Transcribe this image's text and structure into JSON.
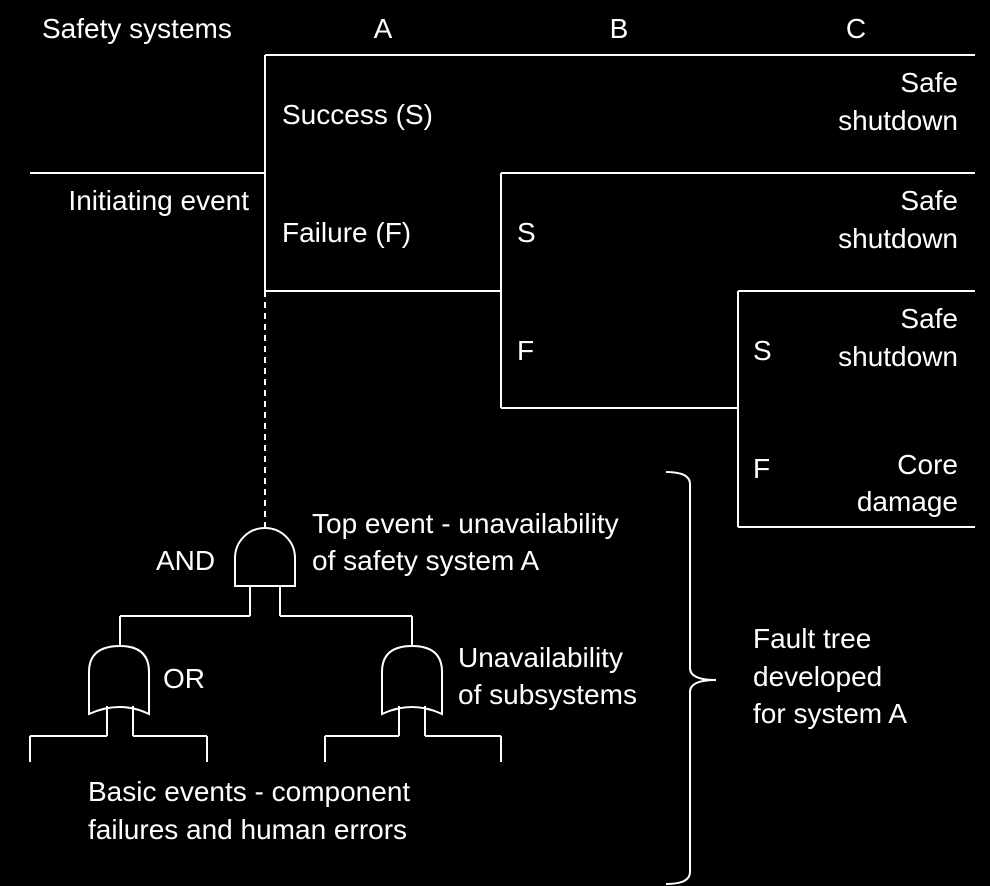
{
  "header": {
    "label": "Safety systems",
    "columns": [
      "A",
      "B",
      "C"
    ]
  },
  "event_tree": {
    "initiating_event": "Initiating event",
    "branch_a": {
      "success": "Success (S)",
      "failure": "Failure (F)"
    },
    "branch_b": {
      "success": "S",
      "failure": "F"
    },
    "branch_c": {
      "success": "S",
      "failure": "F"
    },
    "outcomes": [
      {
        "line1": "Safe",
        "line2": "shutdown"
      },
      {
        "line1": "Safe",
        "line2": "shutdown"
      },
      {
        "line1": "Safe",
        "line2": "shutdown"
      },
      {
        "line1": "Core",
        "line2": "damage"
      }
    ]
  },
  "fault_tree": {
    "and_gate_label": "AND",
    "or_gate_label": "OR",
    "top_event": {
      "line1": "Top event - unavailability",
      "line2": "of safety system A"
    },
    "subsystems": {
      "line1": "Unavailability",
      "line2": "of subsystems"
    },
    "basic_events": {
      "line1": "Basic events - component",
      "line2": "failures and human errors"
    },
    "bracket_note": {
      "line1": "Fault tree",
      "line2": "developed",
      "line3": "for system A"
    }
  },
  "colors": {
    "background": "#000000",
    "foreground": "#ffffff"
  }
}
